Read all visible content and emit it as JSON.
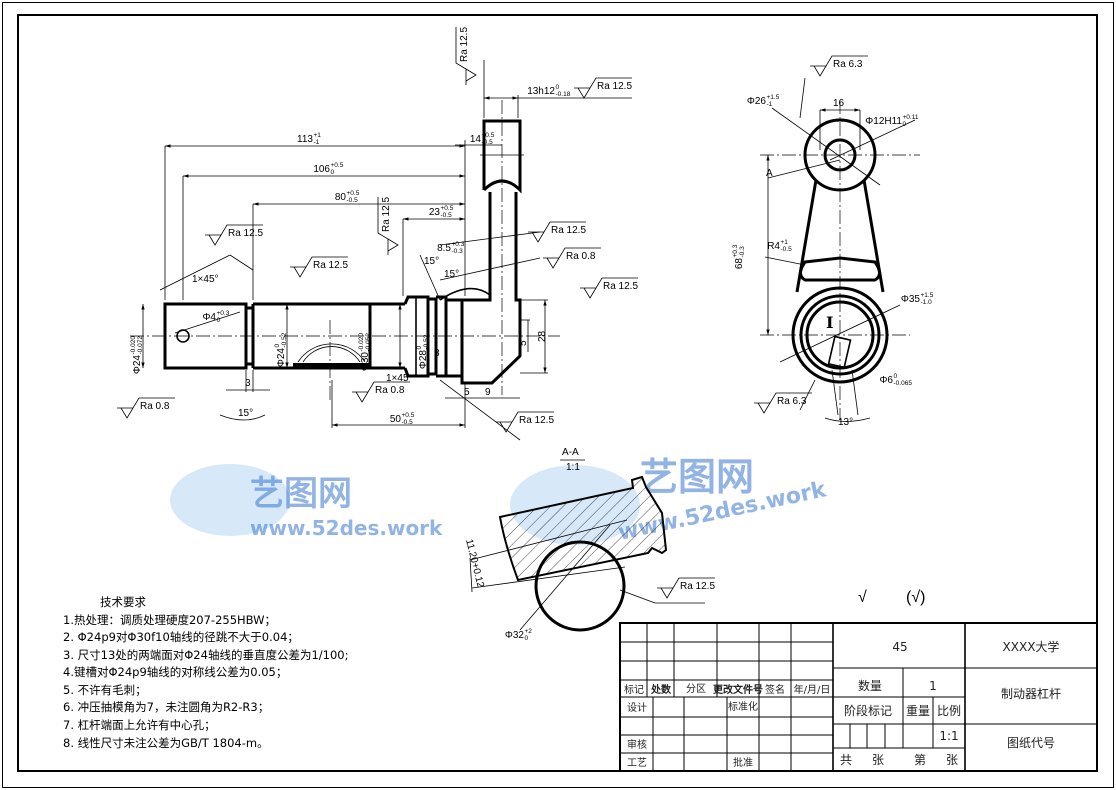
{
  "main_view": {
    "dims": {
      "d113": {
        "base": "113",
        "up": "+1",
        "lo": "-1"
      },
      "d106": {
        "base": "106",
        "up": "+0.5",
        "lo": "0"
      },
      "d80": {
        "base": "80",
        "up": "+0.5",
        "lo": "-0.5"
      },
      "d23": {
        "base": "23",
        "up": "+0.5",
        "lo": "-0.5"
      },
      "d14": {
        "base": "14",
        "up": "+0.5",
        "lo": "-0.5"
      },
      "d13": {
        "base": "13h12",
        "up": "0",
        "lo": "-0.18"
      },
      "d85": {
        "base": "8.5",
        "up": "+0.3",
        "lo": "-0.3"
      },
      "dphi4": {
        "base": "Φ4",
        "up": "+0.3",
        "lo": "0"
      },
      "dphi24a": {
        "base": "Φ24",
        "up": "-0.020",
        "lo": "-0.072"
      },
      "dphi24b": {
        "base": "Φ24",
        "up": "0",
        "lo": "-0.52"
      },
      "dphi30": {
        "base": "Φ30",
        "up": "-0.020",
        "lo": "-0.052"
      },
      "dphi28": {
        "base": "Φ28",
        "up": "0",
        "lo": "-0.52"
      },
      "d50": {
        "base": "50",
        "up": "+0.5",
        "lo": "-0.5"
      }
    },
    "labels": {
      "chamfer1": "1×45°",
      "chamfer2": "1×45",
      "angle1": "15°",
      "angle2": "15°",
      "angle3": "15°",
      "g3a": "3",
      "g3b": "3",
      "g5a": "5",
      "g9": "9",
      "g5b": "5",
      "g28": "28"
    },
    "roughness": [
      "Ra 12.5",
      "Ra 12.5",
      "Ra 12.5",
      "Ra 12.5",
      "Ra 12.5",
      "Ra 12.5",
      "Ra 0.8",
      "Ra 12.5",
      "Ra 0.8",
      "Ra 0.8",
      "Ra 12.5"
    ]
  },
  "side_view": {
    "dims": {
      "phi26": {
        "base": "Φ26",
        "up": "+1.5",
        "lo": "-1"
      },
      "phi12": {
        "base": "Φ12H11",
        "up": "+0.11",
        "lo": "0"
      },
      "r4": {
        "base": "R4",
        "up": "+1",
        "lo": "-0.5"
      },
      "d68": {
        "base": "68",
        "up": "+0.3",
        "lo": "-0.3"
      },
      "phi35": {
        "base": "Φ35",
        "up": "+1.5",
        "lo": "-1.0"
      },
      "phi6": {
        "base": "Φ6",
        "up": "0",
        "lo": "-0.065"
      }
    },
    "labels": {
      "w16": "16",
      "section_mark": "A",
      "detail_mark": "I",
      "angle": "13°"
    },
    "roughness": [
      "Ra 6.3",
      "Ra 6.3"
    ]
  },
  "section_view": {
    "title": "A-A",
    "scale": "1:1",
    "depth_dim": "11.20+0.12",
    "phi32": {
      "base": "Φ32",
      "up": "+2",
      "lo": "0"
    },
    "roughness": [
      "Ra 12.5"
    ]
  },
  "surface_note": {
    "symbol": "√",
    "other": "(√)"
  },
  "watermark": {
    "logo": "艺图网",
    "url": "www.52des.work"
  },
  "requirements": {
    "title": "技术要求",
    "items": [
      "1.热处理：调质处理硬度207-255HBW；",
      "2. Φ24p9对Φ30f10轴线的径跳不大于0.04；",
      "3. 尺寸13处的两端面对Φ24轴线的垂直度公差为1/100;",
      "4.键槽对Φ24p9轴线的对称线公差为0.05；",
      "5. 不许有毛刺；",
      "6. 冲压抽模角为7，未注圆角为R2-R3；",
      "7. 杠杆端面上允许有中心孔；",
      "8. 线性尺寸未注公差为GB/T 1804-m。"
    ]
  },
  "title_block": {
    "material": "45",
    "school": "XXXX大学",
    "part_name": "制动器杠杆",
    "drawing_no": "图纸代号",
    "qty_label": "数量",
    "qty": "1",
    "stage_label": "阶段标记",
    "weight_label": "重量",
    "scale_label": "比例",
    "scale": "1:1",
    "sheets": [
      "共",
      "张",
      "第",
      "张"
    ],
    "rev_headers": [
      "标记",
      "处数",
      "分区",
      "更改文件号",
      "签名",
      "年/月/日"
    ],
    "design": "设计",
    "standardize": "标准化",
    "review": "审核",
    "process": "工艺",
    "approve": "批准"
  }
}
